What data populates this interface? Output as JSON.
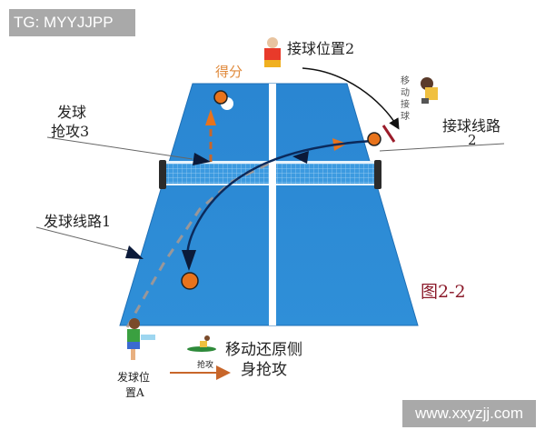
{
  "watermarks": {
    "top_left": "TG: MYYJJPP",
    "bottom_right": "www.xxyzjj.com"
  },
  "figure": {
    "caption": "图2-2",
    "colors": {
      "table_blue": "#2f8fd8",
      "table_edge": "#1d6fb6",
      "line_white": "#ffffff",
      "ball_orange": "#e8731c",
      "path_navy": "#0b2a5c",
      "caption_red": "#8b1a2a",
      "score_orange": "#e08a3c"
    }
  },
  "labels": {
    "score": "得分",
    "receive_position": "接球位置2",
    "move_receive": [
      "移",
      "动",
      "接",
      "球"
    ],
    "receive_route": "接球线路",
    "receive_route_num": "2",
    "serve_attack_line1": "发球",
    "serve_attack_line2": "抢攻3",
    "serve_route": "发球线路1",
    "serve_position_line1": "发球位",
    "serve_position_line2": "置A",
    "attack_small": "抢攻",
    "move_back_line1": "移动还原侧",
    "move_back_line2": "身抢攻"
  }
}
